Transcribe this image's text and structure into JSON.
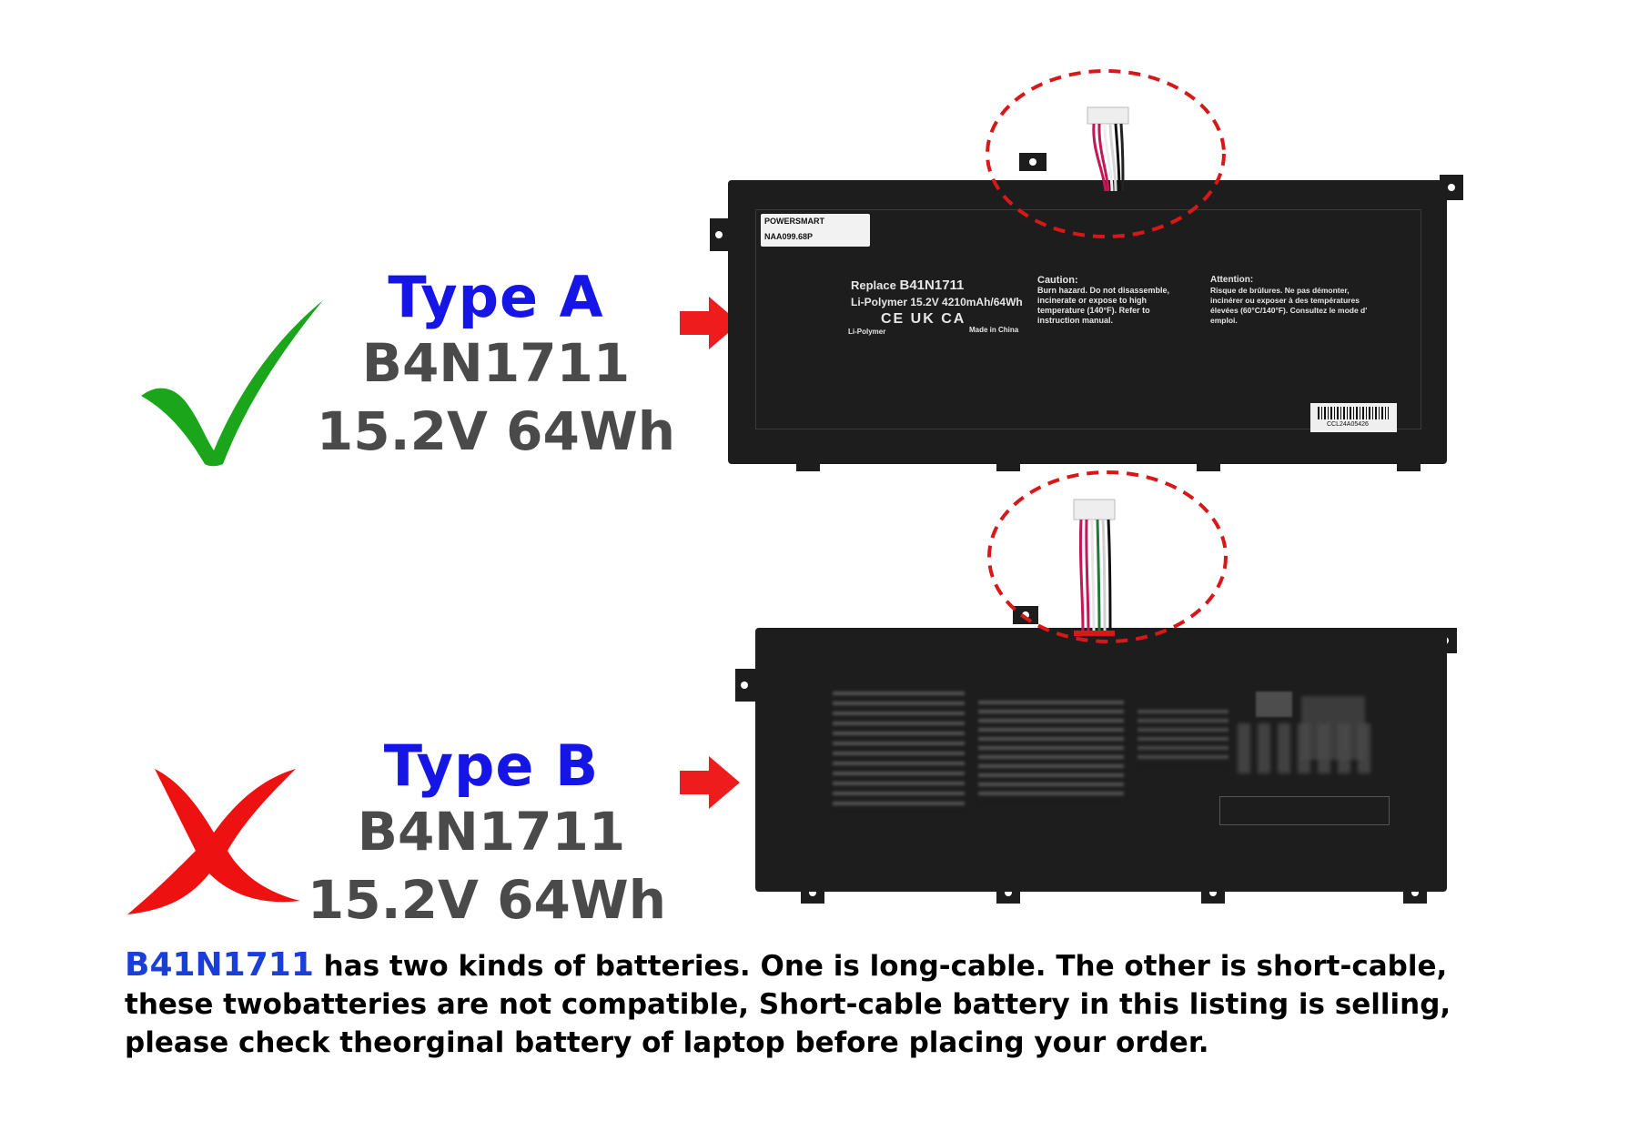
{
  "type_a": {
    "title": "Type A",
    "model": "B4N1711",
    "spec": "15.2V 64Wh",
    "status_icon": "check-icon",
    "status_color": "#1aa51a"
  },
  "type_b": {
    "title": "Type B",
    "model": "B4N1711",
    "spec": "15.2V 64Wh",
    "status_icon": "cross-icon",
    "status_color": "#ee1111"
  },
  "battery_a_label": {
    "brand": "POWERSMART",
    "part_no": "NAA099.68P",
    "replace": "Replace",
    "replace_model": "B41N1711",
    "chem": "Li-Polymer 15.2V 4210mAh/64Wh",
    "chem_short": "Li-Polymer",
    "marks": "CE UK CA",
    "made_in": "Made in China",
    "caution_title": "Caution:",
    "caution_body": "Burn hazard. Do not disassemble, incinerate or expose to high temperature (140°F). Refer to instruction manual.",
    "attention_title": "Attention:",
    "attention_body": "Risque de brûlures. Ne pas démonter, incinérer ou exposer à des températures élevées (60°C/140°F). Consultez le mode d' emploi.",
    "barcode_text": "CCL24A05426"
  },
  "note": {
    "highlight": "B41N1711",
    "line1_rest": " has two kinds of batteries. One is long-cable. The other is short-cable,",
    "line2": "these twobatteries are not compatible, Short-cable battery in this listing is selling,",
    "line3": "please check theorginal battery of laptop before placing your order."
  },
  "colors": {
    "title_blue": "#1515e6",
    "model_gray": "#4a4a4a",
    "arrow_red": "#ee1c1c",
    "dashed_circle": "#d81818",
    "battery_body": "#1d1d1d"
  }
}
